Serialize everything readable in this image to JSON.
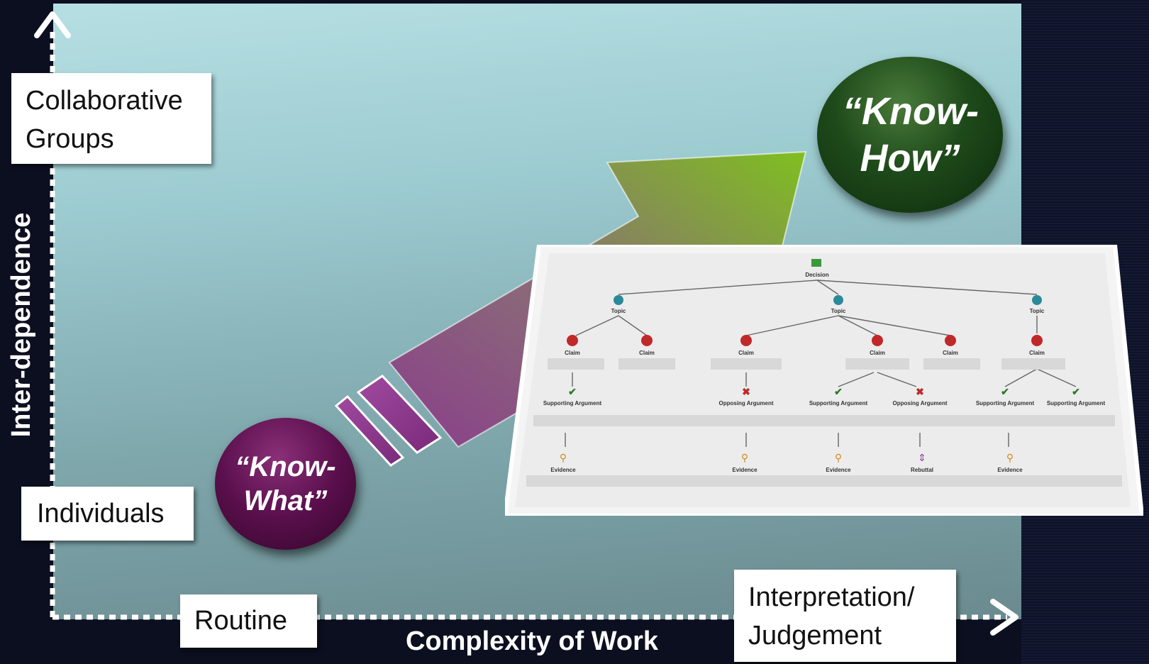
{
  "axes": {
    "y_title": "Inter-dependence",
    "x_title": "Complexity of Work"
  },
  "labels": {
    "collaborative": "Collaborative Groups",
    "individuals": "Individuals",
    "routine": "Routine",
    "interpretation": "Interpretation/ Judgement"
  },
  "bubbles": {
    "know_how": "“Know-How”",
    "know_what": "“Know-What”"
  },
  "argument_map": {
    "decision": "Decision",
    "topics": [
      "Topic",
      "Topic",
      "Topic"
    ],
    "claim": "Claim",
    "supporting": "Supporting Argument",
    "opposing": "Opposing Argument",
    "evidence": "Evidence",
    "rebuttal": "Rebuttal"
  },
  "colors": {
    "arrow_start": "#8a3e8a",
    "arrow_end": "#7fbf20",
    "know_how_bg": "#1e4a1a",
    "know_what_bg": "#5a0f4c"
  }
}
